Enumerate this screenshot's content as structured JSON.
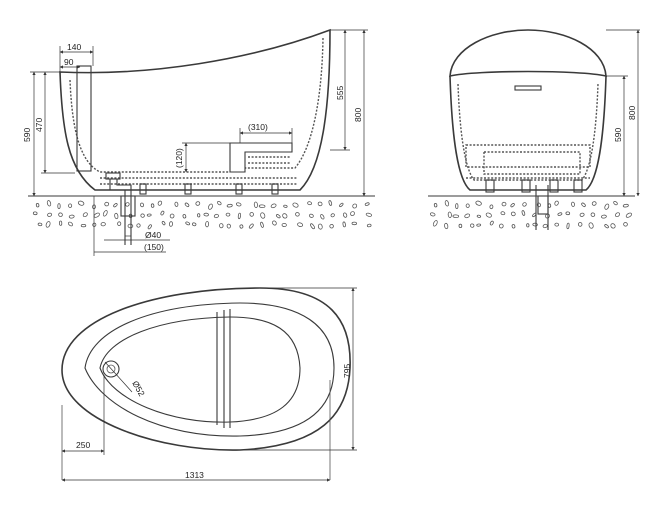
{
  "side_view": {
    "dims": {
      "d140": "140",
      "d90": "90",
      "d590": "590",
      "d470": "470",
      "d555": "555",
      "d800": "800",
      "d310": "(310)",
      "d120": "(120)",
      "d40": "Ø40",
      "d150": "(150)"
    }
  },
  "front_view": {
    "dims": {
      "d590": "590",
      "d800": "800"
    }
  },
  "top_view": {
    "dims": {
      "d795": "795",
      "d52": "Ø52",
      "d250": "250",
      "d1313": "1313"
    }
  }
}
